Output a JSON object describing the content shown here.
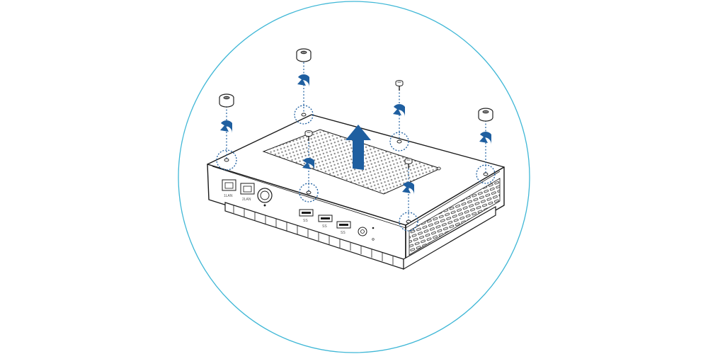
{
  "diagram": {
    "subject": "mini PC bottom cover removal",
    "colors": {
      "circle_border": "#3fb7d6",
      "arrow": "#1f5fa0",
      "outline": "#1a1a1a",
      "vent_fill": "#9a9a9a",
      "dotted_guide": "#1f5fa0"
    },
    "icons": [
      "screw-icon",
      "rotate-arrow-icon",
      "lift-arrow-icon",
      "dotted-hole-marker-icon"
    ],
    "port_labels": {
      "lan1": "1LAN",
      "lan2": "2LAN",
      "usb1": "SS",
      "usb2": "SS",
      "usb3": "SS"
    }
  }
}
